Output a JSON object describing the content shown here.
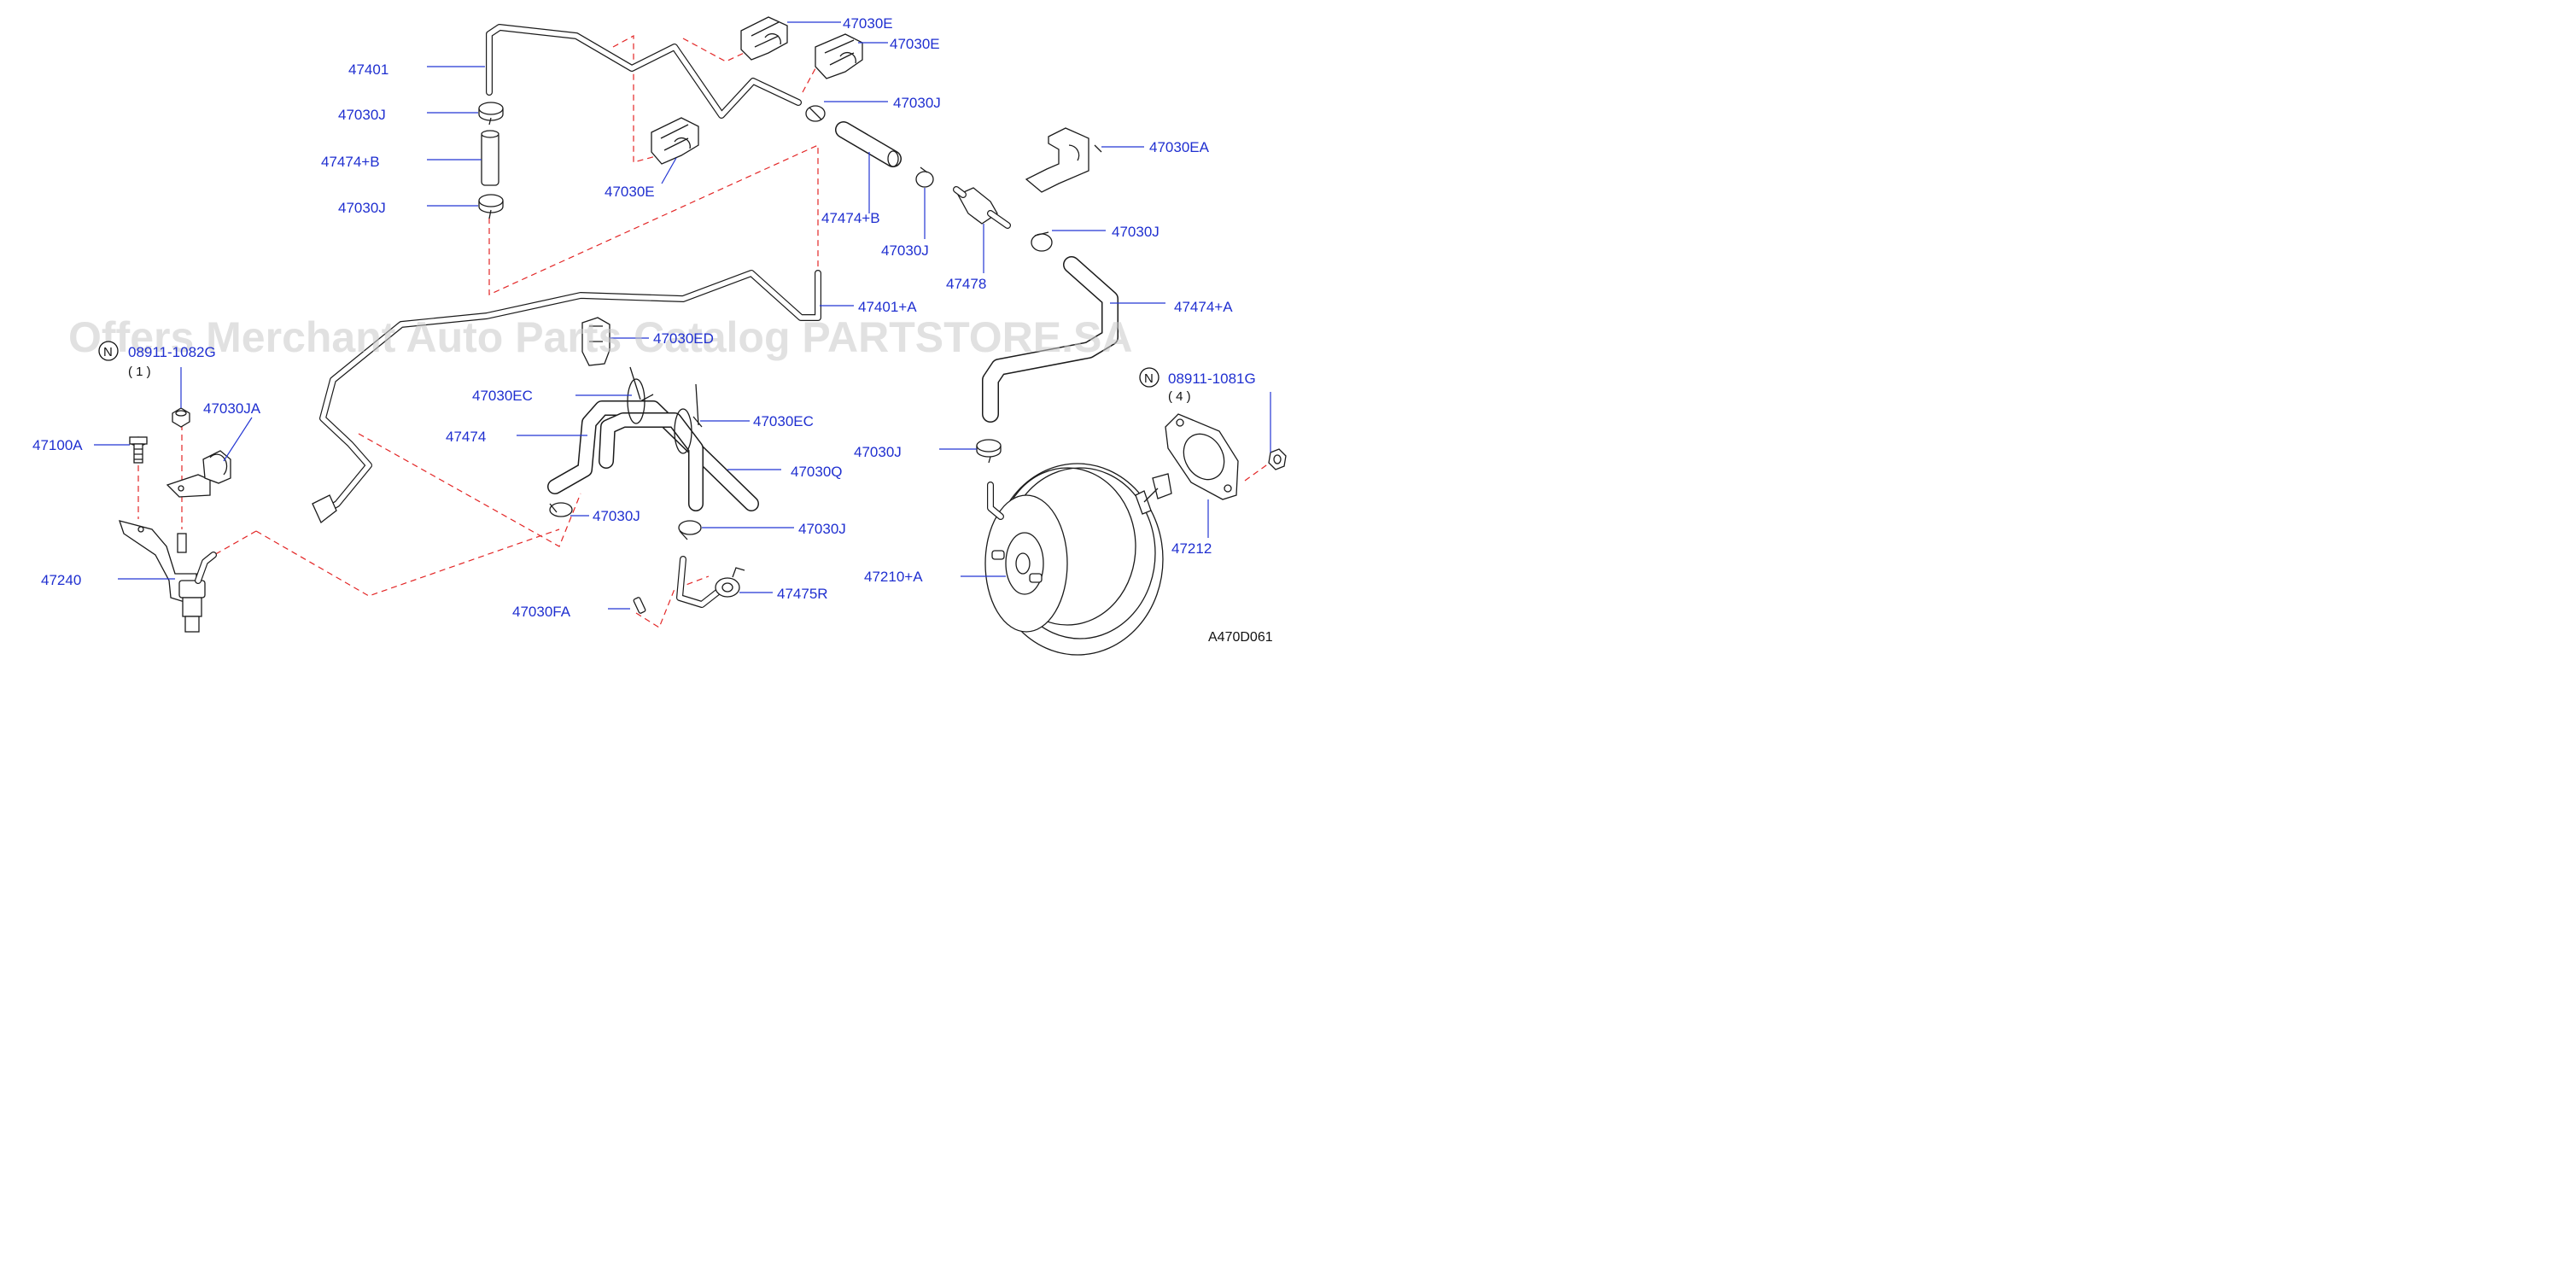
{
  "diagram": {
    "watermark": "Offers Merchant Auto Parts Catalog PARTSTORE.SA",
    "figure_ref": "A470D061",
    "note_symbol": "N",
    "callouts": [
      {
        "id": "c1",
        "text": "47401"
      },
      {
        "id": "c2",
        "text": "47030J"
      },
      {
        "id": "c3",
        "text": "47474+B"
      },
      {
        "id": "c4",
        "text": "47030J"
      },
      {
        "id": "c5",
        "text": "47030E"
      },
      {
        "id": "c6",
        "text": "47030E"
      },
      {
        "id": "c7",
        "text": "47030J"
      },
      {
        "id": "c8",
        "text": "47030E"
      },
      {
        "id": "c9",
        "text": "47474+B"
      },
      {
        "id": "c10",
        "text": "47030J"
      },
      {
        "id": "c11",
        "text": "47478"
      },
      {
        "id": "c12",
        "text": "47030EA"
      },
      {
        "id": "c13",
        "text": "47030J"
      },
      {
        "id": "c14",
        "text": "47474+A"
      },
      {
        "id": "c15",
        "text": "47401+A"
      },
      {
        "id": "c16",
        "text": "47030ED"
      },
      {
        "id": "c17",
        "text": "08911-1082G"
      },
      {
        "id": "c18",
        "text": "47030EC"
      },
      {
        "id": "c19",
        "text": "47030EC"
      },
      {
        "id": "c20",
        "text": "47474"
      },
      {
        "id": "c21",
        "text": "47030JA"
      },
      {
        "id": "c22",
        "text": "47100A"
      },
      {
        "id": "c23",
        "text": "47030Q"
      },
      {
        "id": "c24",
        "text": "47030J"
      },
      {
        "id": "c25",
        "text": "47030J"
      },
      {
        "id": "c26",
        "text": "47240"
      },
      {
        "id": "c27",
        "text": "47030FA"
      },
      {
        "id": "c28",
        "text": "47475R"
      },
      {
        "id": "c29",
        "text": "08911-1081G"
      },
      {
        "id": "c30",
        "text": "47030J"
      },
      {
        "id": "c31",
        "text": "47212"
      },
      {
        "id": "c32",
        "text": "47210+A"
      }
    ],
    "quantities": [
      {
        "id": "q1",
        "text": "( 1 )"
      },
      {
        "id": "q2",
        "text": "( 4 )"
      }
    ]
  }
}
